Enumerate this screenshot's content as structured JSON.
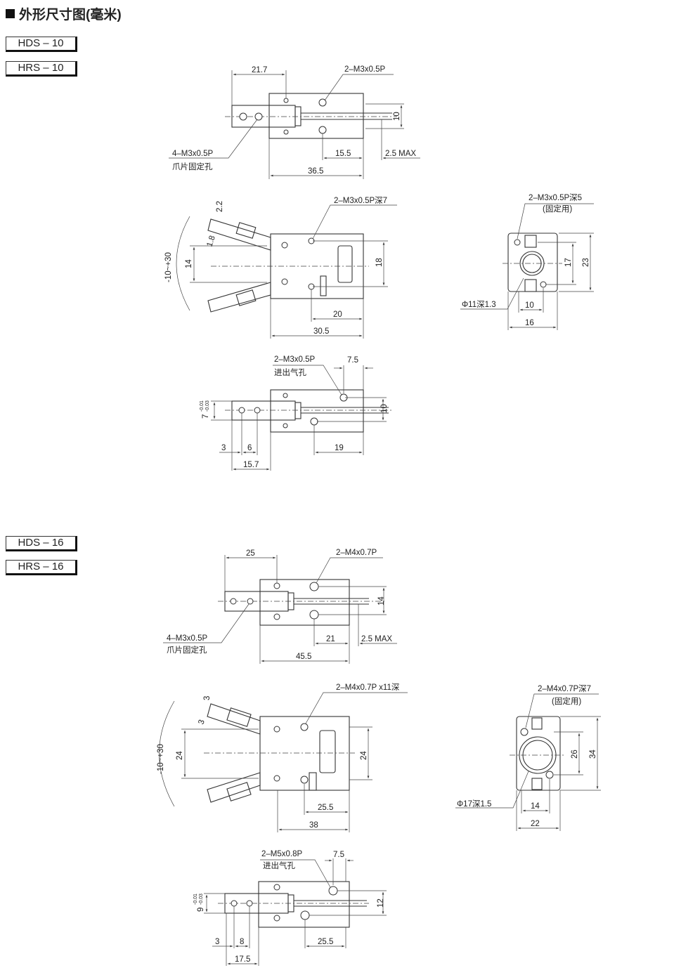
{
  "title": "外形尺寸图(毫米)",
  "section1": {
    "models": [
      "HDS – 10",
      "HRS – 10"
    ],
    "top_view": {
      "dim_width": "21.7",
      "hole_label": "2–M3x0.5P",
      "dim_height": "10",
      "jaw_hole_label": "4–M3x0.5P",
      "jaw_hole_note": "爪片固定孔",
      "dim_15": "15.5",
      "dim_stroke": "2.5 MAX",
      "dim_length": "36.5"
    },
    "front_view": {
      "hole_label": "2–M3x0.5P深7",
      "dim_a": "2.2",
      "dim_b": "1.8",
      "dim_open": "14",
      "angle": "-10~+30",
      "dim_height": "18",
      "dim_20": "20",
      "dim_length": "30.5"
    },
    "side_view": {
      "hole_label": "2–M3x0.5P深5",
      "hole_note": "(固定用)",
      "dim_17": "17",
      "dim_23": "23",
      "bore_label": "Φ11深1.3",
      "dim_10": "10",
      "dim_16": "16"
    },
    "bottom_view": {
      "port_label": "2–M3x0.5P",
      "port_note": "进出气孔",
      "dim_75": "7.5",
      "dim_jaw": "7",
      "tol_upper": "-0.01",
      "tol_lower": "-0.03",
      "dim_10": "10",
      "dim_3": "3",
      "dim_6": "6",
      "dim_19": "19",
      "dim_157": "15.7"
    }
  },
  "section2": {
    "models": [
      "HDS – 16",
      "HRS – 16"
    ],
    "top_view": {
      "dim_width": "25",
      "hole_label": "2–M4x0.7P",
      "dim_height": "14",
      "jaw_hole_label": "4–M3x0.5P",
      "jaw_hole_note": "爪片固定孔",
      "dim_21": "21",
      "dim_stroke": "2.5 MAX",
      "dim_length": "45.5"
    },
    "front_view": {
      "hole_label": "2–M4x0.7P x11深",
      "dim_a": "3",
      "dim_b": "3",
      "dim_open": "24",
      "angle": "-10~+30",
      "dim_height": "24",
      "dim_255": "25.5",
      "dim_length": "38"
    },
    "side_view": {
      "hole_label": "2–M4x0.7P深7",
      "hole_note": "(固定用)",
      "dim_26": "26",
      "dim_34": "34",
      "bore_label": "Φ17深1.5",
      "dim_14": "14",
      "dim_22": "22"
    },
    "bottom_view": {
      "port_label": "2–M5x0.8P",
      "port_note": "进出气孔",
      "dim_75": "7.5",
      "dim_jaw": "9",
      "tol_upper": "-0.01",
      "tol_lower": "-0.03",
      "dim_12": "12",
      "dim_3": "3",
      "dim_8": "8",
      "dim_255": "25.5",
      "dim_175": "17.5"
    }
  }
}
